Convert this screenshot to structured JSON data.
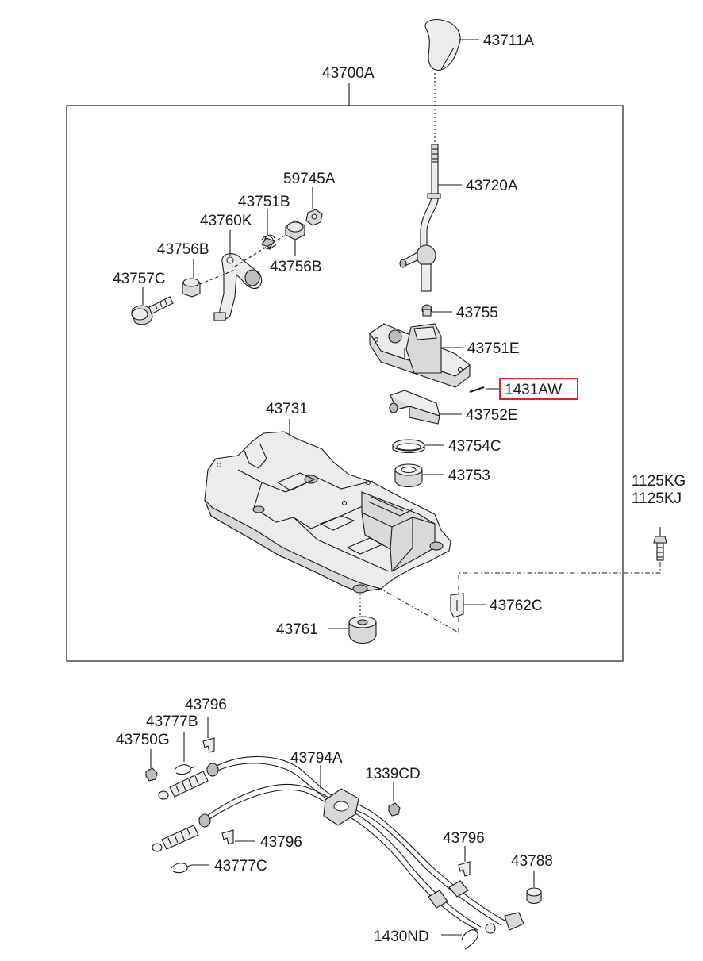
{
  "labels": {
    "p43711A": "43711A",
    "p43700A": "43700A",
    "p59745A": "59745A",
    "p43720A": "43720A",
    "p43751B": "43751B",
    "p43760K": "43760K",
    "p43756B_left": "43756B",
    "p43756B_right": "43756B",
    "p43757C": "43757C",
    "p43755": "43755",
    "p43751E": "43751E",
    "p1431AW": "1431AW",
    "p43731": "43731",
    "p43752E": "43752E",
    "p43754C": "43754C",
    "p43753": "43753",
    "p1125KG": "1125KG",
    "p1125KJ": "1125KJ",
    "p43762C": "43762C",
    "p43761": "43761",
    "p43796_top": "43796",
    "p43777B": "43777B",
    "p43750G": "43750G",
    "p43794A": "43794A",
    "p1339CD": "1339CD",
    "p43796_mid": "43796",
    "p43777C": "43777C",
    "p43796_right": "43796",
    "p43788": "43788",
    "p1430ND": "1430ND"
  },
  "colors": {
    "line": "#1a1a1a",
    "part_fill": "#d9d9d9",
    "highlight": "#d9252a"
  }
}
